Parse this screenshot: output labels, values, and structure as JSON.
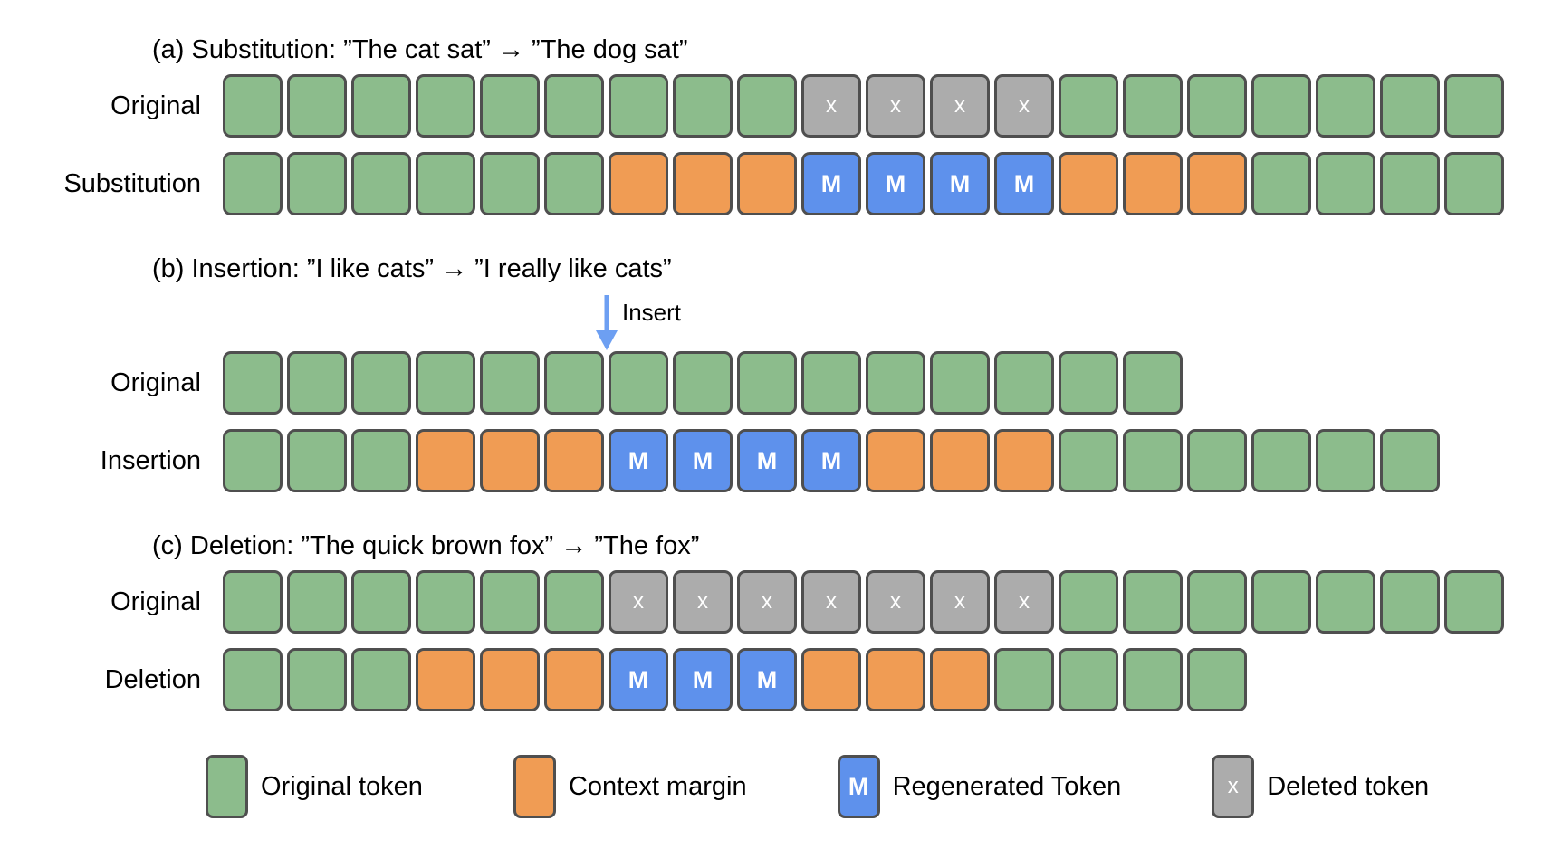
{
  "figure": {
    "background": "#ffffff",
    "colors": {
      "original": "#8CBC8C",
      "context": "#F09C54",
      "regenerated": "#5E91EC",
      "deleted": "#ACACAC",
      "border": "#4F4F4F",
      "arrow": "#6D9FF2",
      "token_glyph_text": "#ffffff"
    },
    "token_glyphs": {
      "regenerated": "M",
      "deleted": "x"
    },
    "sections": [
      {
        "id": "a",
        "title": "(a) Substitution: ”The cat sat” → ”The dog sat”",
        "rows": [
          {
            "label": "Original",
            "segments": [
              {
                "type": "original",
                "count": 9
              },
              {
                "type": "deleted",
                "count": 4
              },
              {
                "type": "original",
                "count": 7
              }
            ]
          },
          {
            "label": "Substitution",
            "segments": [
              {
                "type": "original",
                "count": 6
              },
              {
                "type": "context",
                "count": 3
              },
              {
                "type": "regenerated",
                "count": 4
              },
              {
                "type": "context",
                "count": 3
              },
              {
                "type": "original",
                "count": 4
              }
            ]
          }
        ]
      },
      {
        "id": "b",
        "title": "(b) Insertion: ”I like cats” → ”I really like cats”",
        "annotation": {
          "label": "Insert",
          "after_token": 6
        },
        "rows": [
          {
            "label": "Original",
            "segments": [
              {
                "type": "original",
                "count": 15
              }
            ]
          },
          {
            "label": "Insertion",
            "segments": [
              {
                "type": "original",
                "count": 3
              },
              {
                "type": "context",
                "count": 3
              },
              {
                "type": "regenerated",
                "count": 4
              },
              {
                "type": "context",
                "count": 3
              },
              {
                "type": "original",
                "count": 6
              }
            ]
          }
        ]
      },
      {
        "id": "c",
        "title": "(c) Deletion: ”The quick brown fox” → ”The fox”",
        "rows": [
          {
            "label": "Original",
            "segments": [
              {
                "type": "original",
                "count": 6
              },
              {
                "type": "deleted",
                "count": 7
              },
              {
                "type": "original",
                "count": 7
              }
            ]
          },
          {
            "label": "Deletion",
            "segments": [
              {
                "type": "original",
                "count": 3
              },
              {
                "type": "context",
                "count": 3
              },
              {
                "type": "regenerated",
                "count": 3
              },
              {
                "type": "context",
                "count": 3
              },
              {
                "type": "original",
                "count": 4
              }
            ]
          }
        ]
      }
    ],
    "legend": {
      "items": [
        {
          "type": "original",
          "label": "Original token"
        },
        {
          "type": "context",
          "label": "Context margin"
        },
        {
          "type": "regenerated",
          "label": "Regenerated Token",
          "glyph": "M"
        },
        {
          "type": "deleted",
          "label": "Deleted token",
          "glyph": "x"
        }
      ]
    }
  }
}
